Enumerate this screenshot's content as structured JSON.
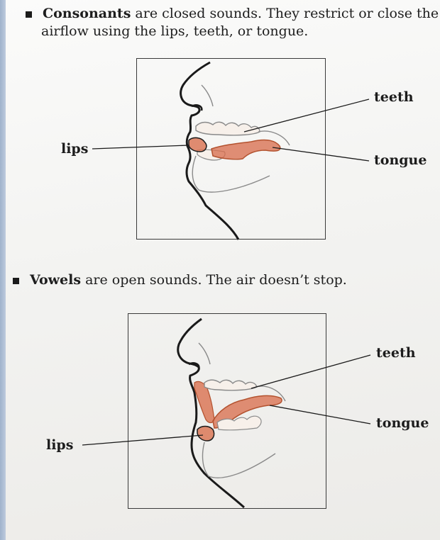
{
  "section_consonants": {
    "term": "Consonants",
    "line1_rest": " are closed sounds. They restrict or close the",
    "line2": "airflow using the lips, teeth, or tongue."
  },
  "section_vowels": {
    "term": "Vowels",
    "line1_rest": " are open sounds. The air doesn’t stop."
  },
  "figure_consonants": {
    "teeth_label": "teeth",
    "lips_label": "lips",
    "tongue_label": "tongue"
  },
  "figure_vowels": {
    "teeth_label": "teeth",
    "tongue_label": "tongue",
    "lips_label": "lips"
  },
  "colors": {
    "ink": "#1e1e1e",
    "tissue": "#d9704f",
    "outline": "#1a1a1a",
    "light_outline": "#8a8a8a"
  }
}
